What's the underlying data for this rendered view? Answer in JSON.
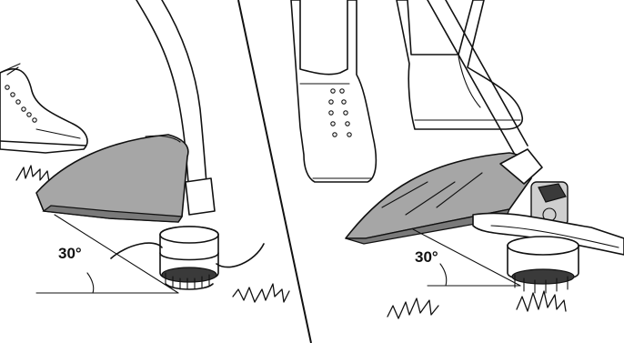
{
  "panels": [
    {
      "id": "trimmer-head",
      "angle_label": "30°"
    },
    {
      "id": "grass-blade",
      "angle_label": "30°"
    }
  ]
}
